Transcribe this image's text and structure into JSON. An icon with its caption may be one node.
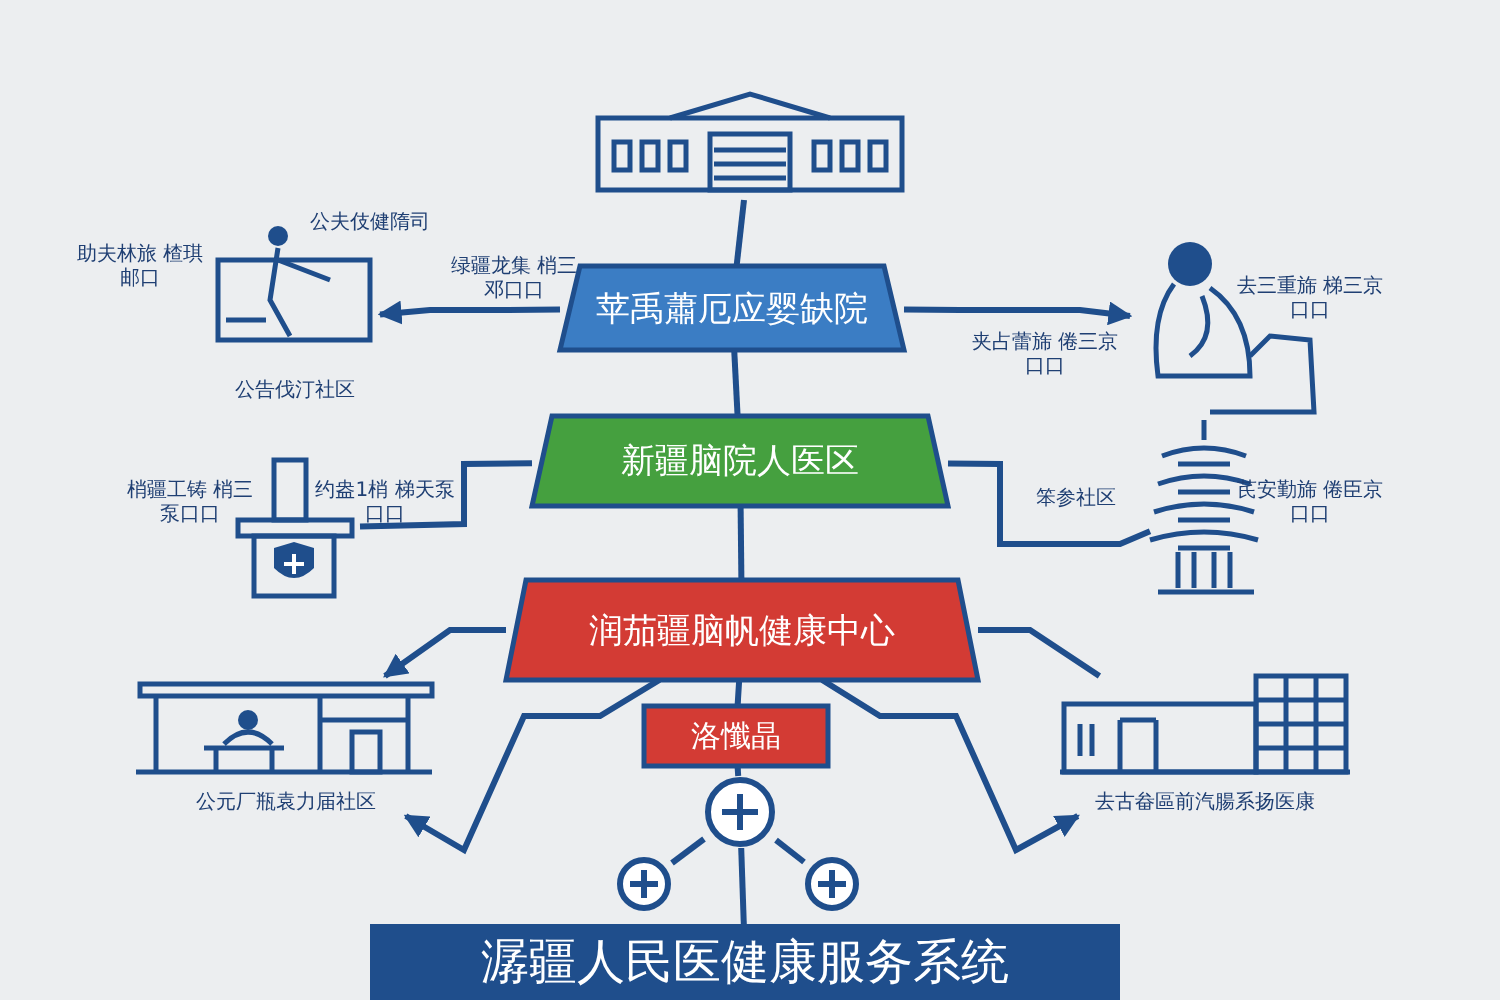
{
  "diagram": {
    "nodes": [
      {
        "text": [],
        "shape": "picture"
      },
      {
        "text": [
          "苹禹蕭厄应婴缺院"
        ]
      },
      {
        "text": [
          "新疆脑院人医区"
        ]
      },
      {
        "text": [
          "润茄疆脑帆健康中心"
        ]
      },
      {
        "text": [
          "洛懺晶"
        ]
      },
      {
        "text": [],
        "shape": "circle"
      },
      {
        "text": [],
        "shape": "circle"
      },
      {
        "text": [],
        "shape": "circle"
      },
      {
        "text": [
          "潺疆人民医健康服务系统"
        ]
      },
      {
        "text": [],
        "shape": "picture",
        "beside": [
          "公告伐汀社区"
        ]
      },
      {
        "text": [],
        "shape": "picture"
      },
      {
        "text": [],
        "shape": "picture"
      },
      {
        "text": [],
        "shape": "picture"
      },
      {
        "text": [],
        "shape": "picture",
        "beside": [
          "公元厂瓶袁力届社区"
        ]
      },
      {
        "text": [],
        "shape": "picture",
        "beside": [
          "去古畚區前汽腸系扬医康"
        ]
      }
    ],
    "edges": [
      {
        "from": 0,
        "to": 1,
        "arrow": "none"
      },
      {
        "from": 1,
        "to": 2,
        "arrow": "none"
      },
      {
        "from": 2,
        "to": 3,
        "arrow": "none"
      },
      {
        "from": 3,
        "to": 4,
        "arrow": "none"
      },
      {
        "from": 4,
        "to": 5,
        "arrow": "none"
      },
      {
        "from": 5,
        "to": 6,
        "arrow": "none"
      },
      {
        "from": 5,
        "to": 7,
        "arrow": "none"
      },
      {
        "from": 5,
        "to": 8,
        "arrow": "none"
      },
      {
        "from": 1,
        "to": 9,
        "arrow": "to"
      },
      {
        "from": 1,
        "to": 11,
        "arrow": "to"
      },
      {
        "from": 2,
        "to": 10,
        "arrow": "none"
      },
      {
        "from": 2,
        "to": 12,
        "arrow": "none"
      },
      {
        "from": 3,
        "to": 13,
        "arrow": "to"
      },
      {
        "from": 3,
        "to": 14,
        "arrow": "none"
      },
      {
        "from": 3,
        "to": 13,
        "arrow": "to"
      },
      {
        "from": 3,
        "to": 14,
        "arrow": "to"
      }
    ],
    "labels": [
      "助夫林旅 楂琪邮口",
      "公夫伎健隋司",
      "绿疆龙集 梢三邓口口",
      "梢疆工铸 梢三泵口口",
      "约盎1梢 梯天泵口口",
      "去三重旆 梯三京口口",
      "夹占蕾旆 倦三京口口",
      "笨参社区",
      "芪安勤旆 倦臣京口口"
    ]
  }
}
